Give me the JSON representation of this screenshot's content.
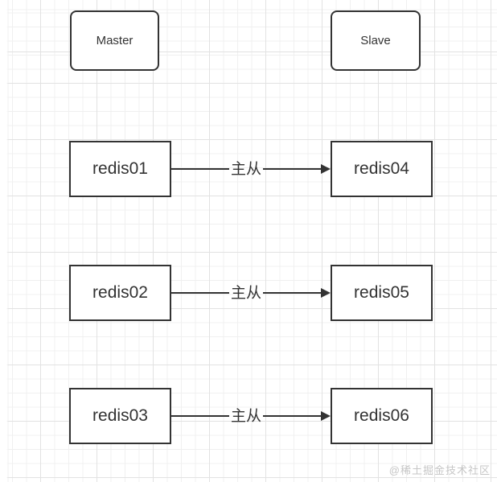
{
  "diagram": {
    "header_nodes": [
      {
        "label": "Master"
      },
      {
        "label": "Slave"
      }
    ],
    "pairs": [
      {
        "source": "redis01",
        "edge_label": "主从",
        "target": "redis04"
      },
      {
        "source": "redis02",
        "edge_label": "主从",
        "target": "redis05"
      },
      {
        "source": "redis03",
        "edge_label": "主从",
        "target": "redis06"
      }
    ],
    "watermark": "@稀土掘金技术社区",
    "colors": {
      "node_border": "#333333",
      "node_fill": "#ffffff",
      "text": "#333333",
      "grid_minor": "#f0f0f0",
      "grid_major": "#e2e2e2",
      "watermark": "#c6c6c6",
      "background": "#ffffff"
    }
  }
}
